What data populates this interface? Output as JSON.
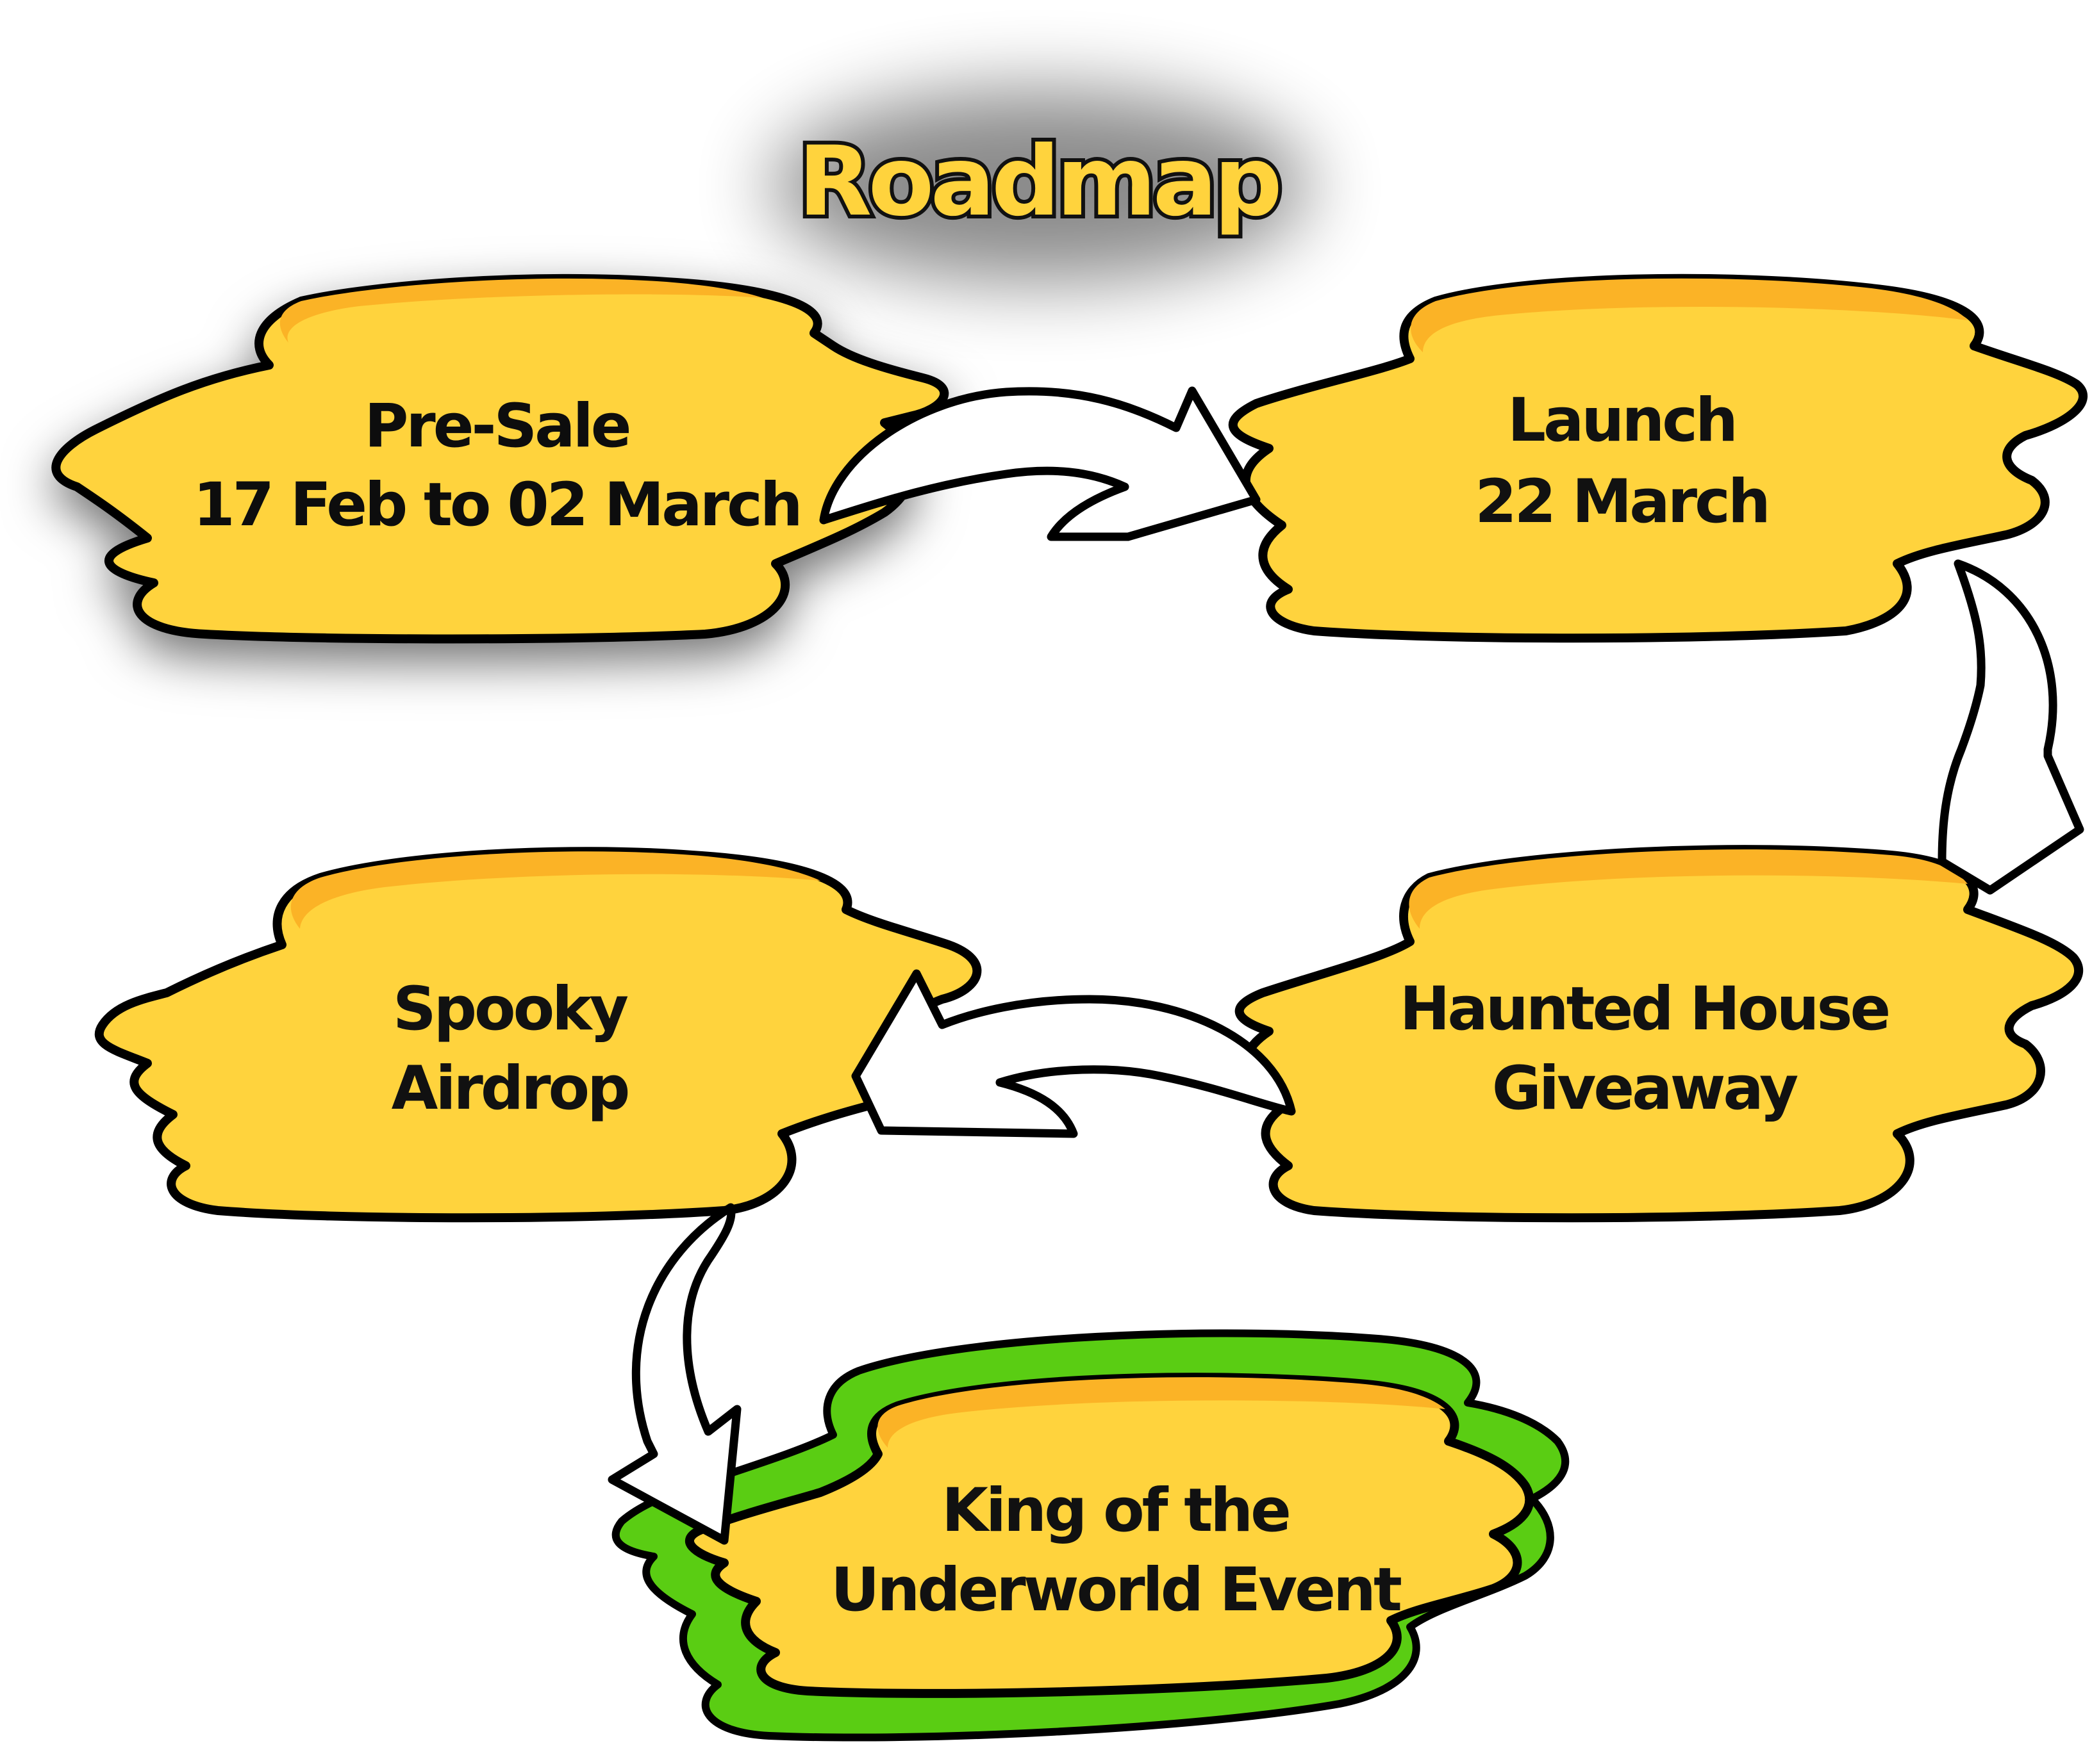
{
  "title": "Roadmap",
  "colors": {
    "blob_fill": "#FFD33D",
    "blob_shade": "#FBB326",
    "outline": "#000000",
    "final_glow": "#5ACD13",
    "arrow_fill": "#FFFFFF"
  },
  "nodes": [
    {
      "id": "pre-sale",
      "line1": "Pre-Sale",
      "line2": "17 Feb to 02 March"
    },
    {
      "id": "launch",
      "line1": "Launch",
      "line2": "22 March"
    },
    {
      "id": "haunted-house-giveaway",
      "line1": "Haunted House",
      "line2": "Giveaway"
    },
    {
      "id": "spooky-airdrop",
      "line1": "Spooky",
      "line2": "Airdrop"
    },
    {
      "id": "king-of-the-underworld-event",
      "line1": "King of the",
      "line2": "Underworld Event"
    }
  ],
  "arrows": [
    {
      "from": "pre-sale",
      "to": "launch"
    },
    {
      "from": "launch",
      "to": "haunted-house-giveaway"
    },
    {
      "from": "haunted-house-giveaway",
      "to": "spooky-airdrop"
    },
    {
      "from": "spooky-airdrop",
      "to": "king-of-the-underworld-event"
    }
  ]
}
